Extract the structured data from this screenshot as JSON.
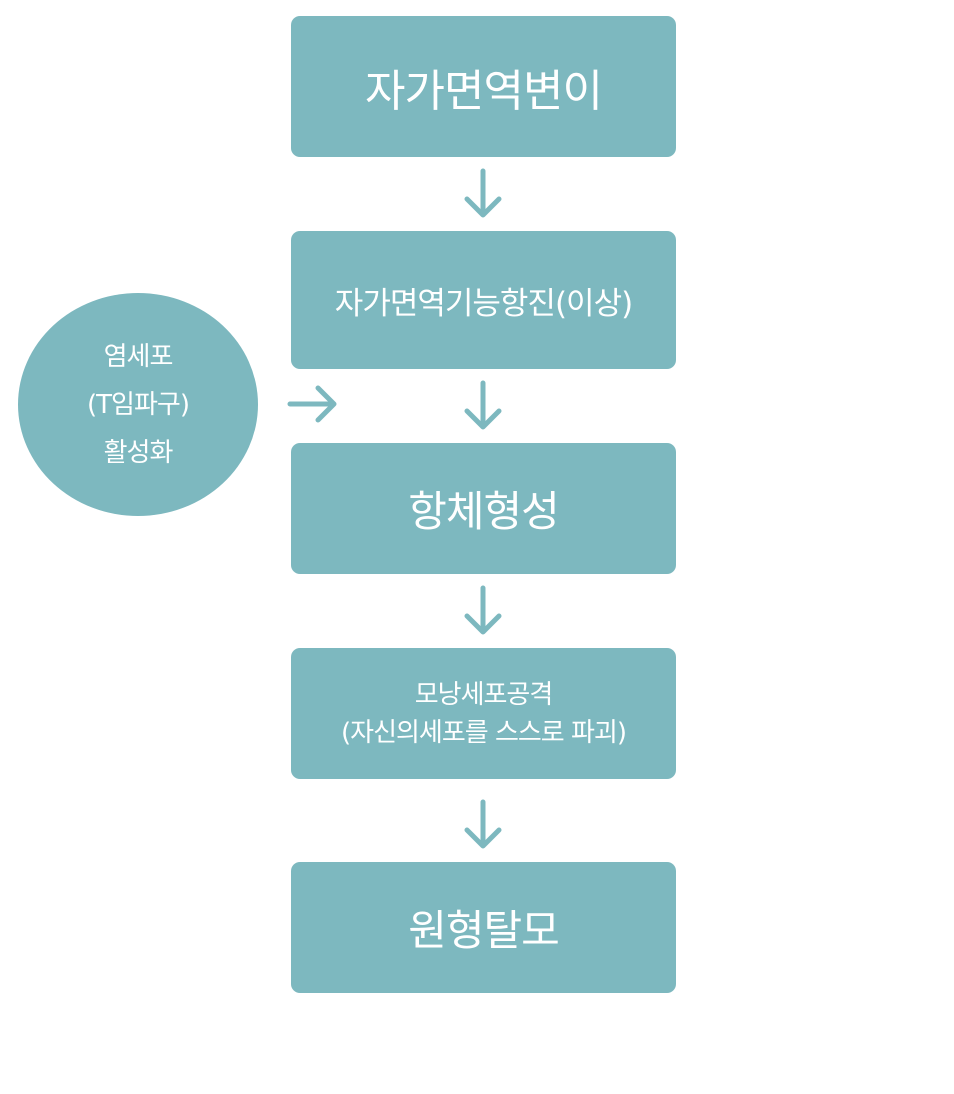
{
  "colors": {
    "box_fill": "#7db8bf",
    "arrow": "#7db8bf",
    "text": "#ffffff"
  },
  "flow": {
    "step1": "자가면역변이",
    "step2": "자가면역기능항진(이상)",
    "step3": "항체형성",
    "step4_line1": "모낭세포공격",
    "step4_line2": "(자신의세포를 스스로 파괴)",
    "step5": "원형탈모"
  },
  "side_input": {
    "line1": "염세포",
    "line2": "(T임파구)",
    "line3": "활성화"
  },
  "icons": {
    "down": "arrow-down-icon",
    "right": "arrow-right-icon"
  }
}
